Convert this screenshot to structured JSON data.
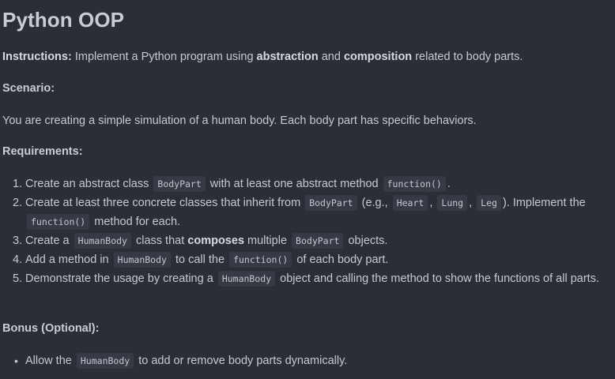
{
  "title": "Python OOP",
  "instructions": {
    "label": "Instructions:",
    "text1": " Implement a Python program using ",
    "bold1": "abstraction",
    "text2": " and ",
    "bold2": "composition",
    "text3": " related to body parts."
  },
  "scenario": {
    "heading": "Scenario:",
    "text": "You are creating a simple simulation of a human body. Each body part has specific behaviors."
  },
  "requirements": {
    "heading": "Requirements:",
    "items": [
      {
        "marker": "1.",
        "t1": "Create an abstract class ",
        "c1": "BodyPart",
        "t2": " with at least one abstract method ",
        "c2": "function()",
        "t3": "."
      },
      {
        "marker": "2.",
        "t1": "Create at least three concrete classes that inherit from ",
        "c1": "BodyPart",
        "t2": " (e.g., ",
        "c2": "Heart",
        "t3": ", ",
        "c3": "Lung",
        "t4": ", ",
        "c4": "Leg",
        "t5": "). Implement the ",
        "c5": "function()",
        "t6": " method for each."
      },
      {
        "marker": "3.",
        "t1": "Create a ",
        "c1": "HumanBody",
        "t2": " class that ",
        "b1": "composes",
        "t3": " multiple ",
        "c2": "BodyPart",
        "t4": " objects."
      },
      {
        "marker": "4.",
        "t1": "Add a method in ",
        "c1": "HumanBody",
        "t2": " to call the ",
        "c2": "function()",
        "t3": " of each body part."
      },
      {
        "marker": "5.",
        "t1": "Demonstrate the usage by creating a ",
        "c1": "HumanBody",
        "t2": " object and calling the method to show the functions of all parts."
      }
    ]
  },
  "bonus": {
    "heading": "Bonus (Optional):",
    "items": [
      {
        "marker": "•",
        "t1": "Allow the ",
        "c1": "HumanBody",
        "t2": " to add or remove body parts dynamically."
      }
    ]
  }
}
